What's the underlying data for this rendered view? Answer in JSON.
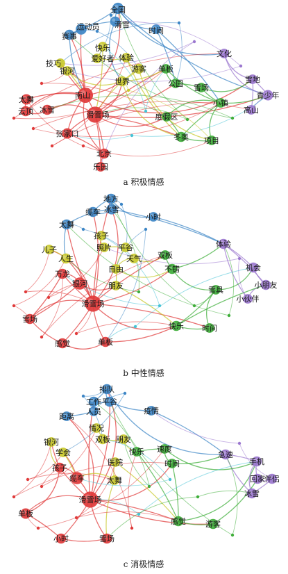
{
  "panels": [
    {
      "caption": "a 积极情感",
      "nodes": [
        {
          "label": "全国",
          "c": "blue",
          "s": 1.3
        },
        {
          "label": "运动员",
          "c": "blue",
          "s": 1.2
        },
        {
          "label": "滑雪",
          "c": "blue",
          "s": 1
        },
        {
          "label": "赛事",
          "c": "blue",
          "s": 1
        },
        {
          "label": "时间",
          "c": "blue",
          "s": 0.9
        },
        {
          "label": "快乐",
          "c": "yellow",
          "s": 0.9
        },
        {
          "label": "技巧",
          "c": "yellow",
          "s": 0.9
        },
        {
          "label": "爱好者",
          "c": "yellow",
          "s": 0.9
        },
        {
          "label": "体验",
          "c": "yellow",
          "s": 0.9
        },
        {
          "label": "银河",
          "c": "yellow",
          "s": 0.9
        },
        {
          "label": "游客",
          "c": "yellow",
          "s": 1
        },
        {
          "label": "世界",
          "c": "yellow",
          "s": 1
        },
        {
          "label": "单板",
          "c": "green",
          "s": 0.9
        },
        {
          "label": "公园",
          "c": "green",
          "s": 0.9
        },
        {
          "label": "雪场",
          "c": "green",
          "s": 0.9
        },
        {
          "label": "小镇",
          "c": "green",
          "s": 0.9
        },
        {
          "label": "度假区",
          "c": "green",
          "s": 0.9
        },
        {
          "label": "冬奥",
          "c": "green",
          "s": 1
        },
        {
          "label": "项目",
          "c": "green",
          "s": 0.9
        },
        {
          "label": "文化",
          "c": "purple",
          "s": 0.9
        },
        {
          "label": "雪地",
          "c": "purple",
          "s": 0.9
        },
        {
          "label": "青少年",
          "c": "purple",
          "s": 1.1
        },
        {
          "label": "高山",
          "c": "purple",
          "s": 0.9
        },
        {
          "label": "南山",
          "c": "red",
          "s": 2.2
        },
        {
          "label": "滑雪场",
          "c": "red",
          "s": 2.4
        },
        {
          "label": "太舞",
          "c": "red",
          "s": 1.1
        },
        {
          "label": "云顶",
          "c": "red",
          "s": 1
        },
        {
          "label": "冰雪",
          "c": "red",
          "s": 1
        },
        {
          "label": "张家口",
          "c": "red",
          "s": 1.1
        },
        {
          "label": "北京",
          "c": "red",
          "s": 1
        },
        {
          "label": "乐园",
          "c": "red",
          "s": 0.9
        }
      ]
    },
    {
      "caption": "b 中性情感",
      "nodes": [
        {
          "label": "地方",
          "c": "blue",
          "s": 1
        },
        {
          "label": "缆车",
          "c": "blue",
          "s": 1
        },
        {
          "label": "冰雪",
          "c": "blue",
          "s": 1.1
        },
        {
          "label": "太舞",
          "c": "blue",
          "s": 1
        },
        {
          "label": "小时",
          "c": "blue",
          "s": 0.9
        },
        {
          "label": "孩子",
          "c": "yellow",
          "s": 0.9
        },
        {
          "label": "照片",
          "c": "yellow",
          "s": 0.9
        },
        {
          "label": "平谷",
          "c": "yellow",
          "s": 0.9
        },
        {
          "label": "儿子",
          "c": "yellow",
          "s": 0.9
        },
        {
          "label": "人生",
          "c": "yellow",
          "s": 1
        },
        {
          "label": "天气",
          "c": "yellow",
          "s": 0.9
        },
        {
          "label": "自由",
          "c": "yellow",
          "s": 0.9
        },
        {
          "label": "万龙",
          "c": "red",
          "s": 1
        },
        {
          "label": "银河",
          "c": "red",
          "s": 1.5
        },
        {
          "label": "朋友",
          "c": "yellow",
          "s": 0.9
        },
        {
          "label": "滑雪场",
          "c": "red",
          "s": 2.4
        },
        {
          "label": "雪场",
          "c": "red",
          "s": 1
        },
        {
          "label": "感觉",
          "c": "red",
          "s": 1
        },
        {
          "label": "单板",
          "c": "red",
          "s": 1
        },
        {
          "label": "双板",
          "c": "green",
          "s": 0.9
        },
        {
          "label": "不错",
          "c": "green",
          "s": 1
        },
        {
          "label": "雪具",
          "c": "green",
          "s": 0.9
        },
        {
          "label": "快乐",
          "c": "green",
          "s": 1
        },
        {
          "label": "时间",
          "c": "green",
          "s": 0.9
        },
        {
          "label": "体验",
          "c": "purple",
          "s": 1
        },
        {
          "label": "机会",
          "c": "purple",
          "s": 1
        },
        {
          "label": "小朋友",
          "c": "purple",
          "s": 1
        },
        {
          "label": "小伙伴",
          "c": "purple",
          "s": 0.9
        }
      ]
    },
    {
      "caption": "c 消极情感",
      "nodes": [
        {
          "label": "排队",
          "c": "blue",
          "s": 1
        },
        {
          "label": "工作",
          "c": "blue",
          "s": 1
        },
        {
          "label": "平谷",
          "c": "blue",
          "s": 1
        },
        {
          "label": "人员",
          "c": "blue",
          "s": 0.9
        },
        {
          "label": "距离",
          "c": "blue",
          "s": 0.9
        },
        {
          "label": "疫情",
          "c": "blue",
          "s": 0.9
        },
        {
          "label": "情况",
          "c": "yellow",
          "s": 0.9
        },
        {
          "label": "双板",
          "c": "yellow",
          "s": 1
        },
        {
          "label": "朋友",
          "c": "yellow",
          "s": 0.9
        },
        {
          "label": "银河",
          "c": "yellow",
          "s": 0.9
        },
        {
          "label": "学会",
          "c": "yellow",
          "s": 0.9
        },
        {
          "label": "快乐",
          "c": "green",
          "s": 0.9
        },
        {
          "label": "速度",
          "c": "green",
          "s": 0.9
        },
        {
          "label": "孩子",
          "c": "red",
          "s": 1
        },
        {
          "label": "缆车",
          "c": "red",
          "s": 1.5
        },
        {
          "label": "医院",
          "c": "yellow",
          "s": 0.9
        },
        {
          "label": "时间",
          "c": "green",
          "s": 0.9
        },
        {
          "label": "太舞",
          "c": "yellow",
          "s": 0.9
        },
        {
          "label": "滑雪场",
          "c": "red",
          "s": 2.4
        },
        {
          "label": "单板",
          "c": "red",
          "s": 1.1
        },
        {
          "label": "小时",
          "c": "red",
          "s": 1
        },
        {
          "label": "雪场",
          "c": "red",
          "s": 1
        },
        {
          "label": "感觉",
          "c": "green",
          "s": 1
        },
        {
          "label": "游客",
          "c": "green",
          "s": 1
        },
        {
          "label": "急速",
          "c": "purple",
          "s": 1
        },
        {
          "label": "手机",
          "c": "purple",
          "s": 1
        },
        {
          "label": "回家",
          "c": "purple",
          "s": 1
        },
        {
          "label": "伴侣",
          "c": "purple",
          "s": 1
        },
        {
          "label": "冰雪",
          "c": "purple",
          "s": 1
        }
      ]
    }
  ],
  "colors": {
    "blue": "#3d86c6",
    "yellow": "#c9c92c",
    "green": "#3fae3a",
    "purple": "#9b77cf",
    "red": "#e03a3a",
    "cyan": "#46c3d6"
  }
}
